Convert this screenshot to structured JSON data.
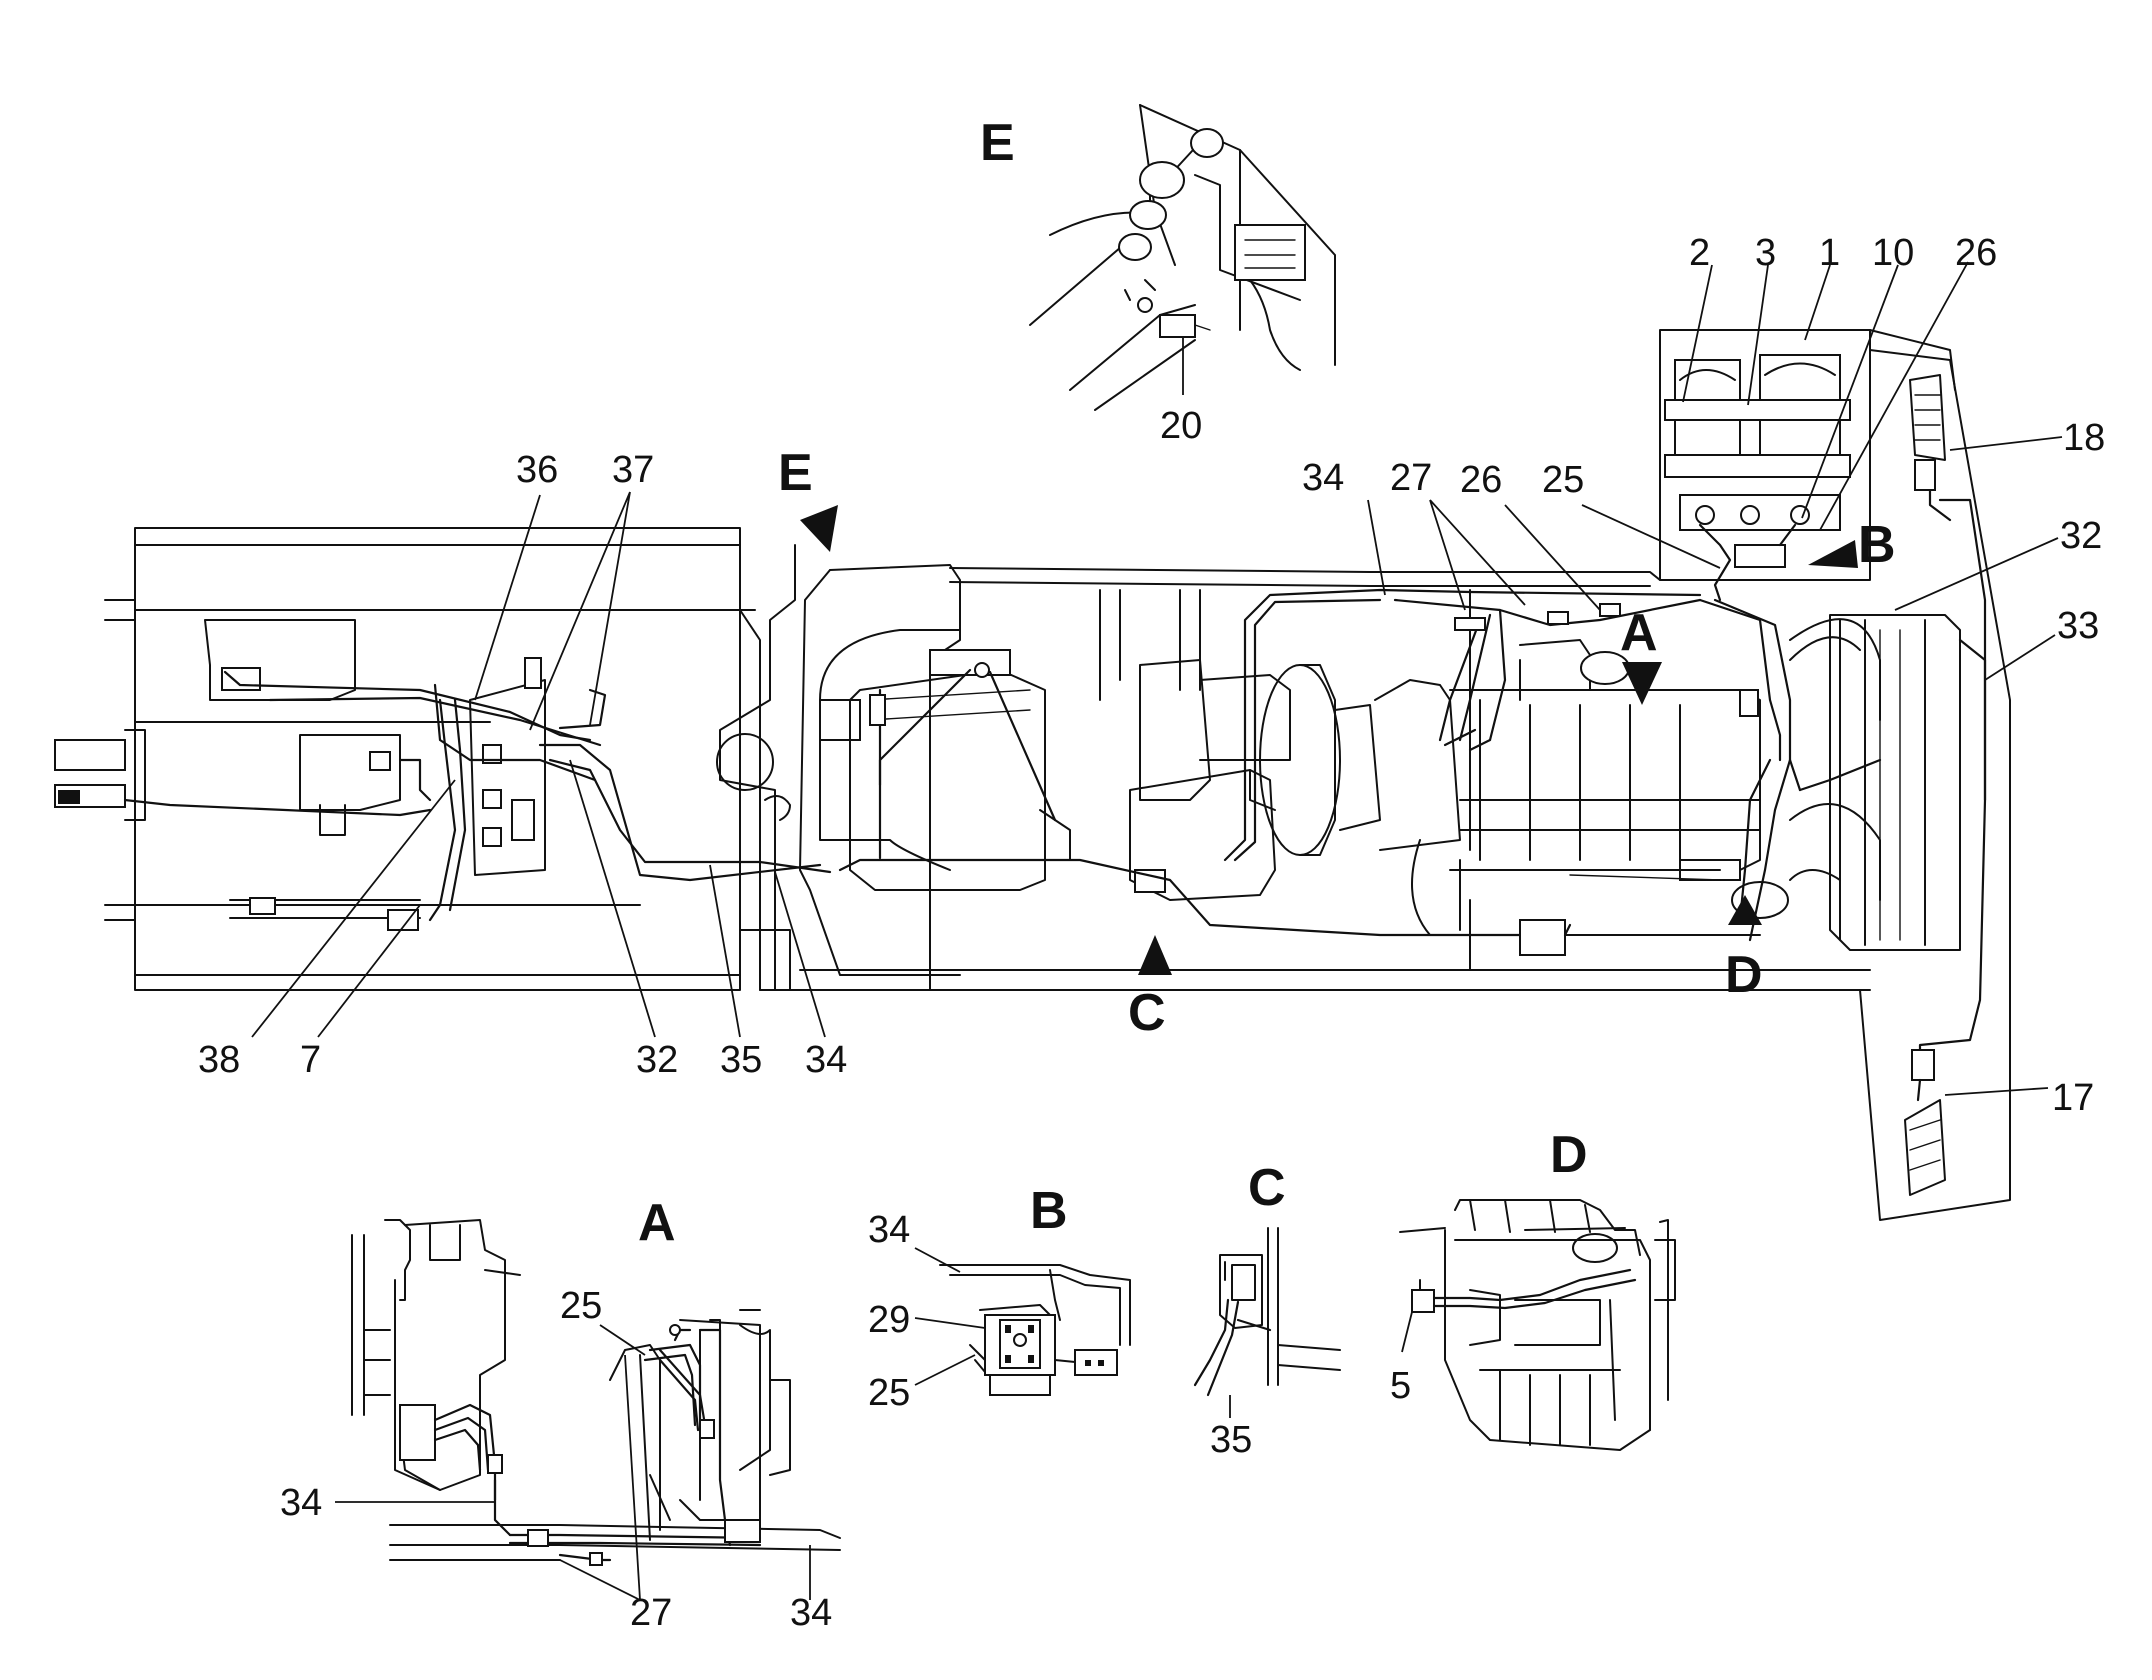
{
  "callouts": {
    "main": {
      "c2": "2",
      "c3": "3",
      "c1": "1",
      "c10": "10",
      "c26a": "26",
      "c18": "18",
      "c32a": "32",
      "c33": "33",
      "c34a": "34",
      "c27a": "27",
      "c26b": "26",
      "c25a": "25",
      "c36": "36",
      "c37": "37",
      "c38": "38",
      "c7": "7",
      "c32b": "32",
      "c35a": "35",
      "c34b": "34",
      "c17": "17",
      "c20": "20"
    },
    "detail_a": {
      "c25": "25",
      "c34a": "34",
      "c27": "27",
      "c34b": "34"
    },
    "detail_b": {
      "c34": "34",
      "c29": "29",
      "c25": "25"
    },
    "detail_c": {
      "c35": "35"
    },
    "detail_d": {
      "c5": "5"
    }
  },
  "view_markers": {
    "A": "A",
    "B": "B",
    "C": "C",
    "D": "D",
    "E": "E"
  },
  "detail_titles": {
    "A": "A",
    "B": "B",
    "C": "C",
    "D": "D",
    "E": "E"
  }
}
